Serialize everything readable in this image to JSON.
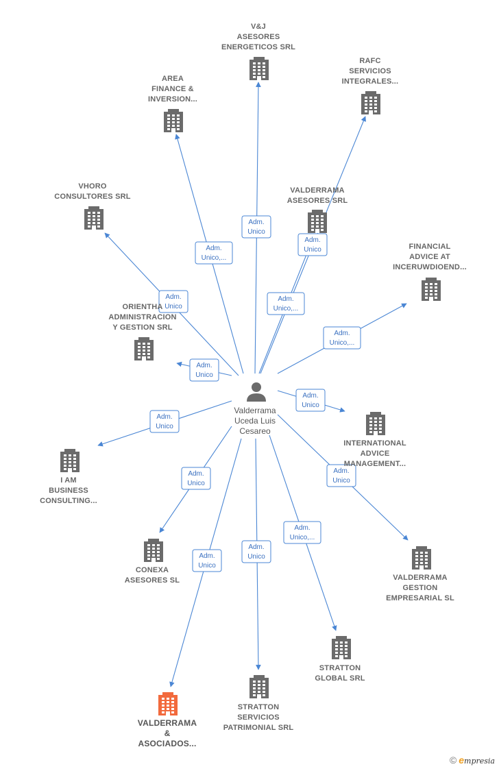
{
  "center": {
    "name_lines": [
      "Valderrama",
      "Uceda Luis",
      "Cesareo"
    ],
    "icon": "person-icon"
  },
  "companies": [
    {
      "id": "vj",
      "lines": [
        "V&J",
        "ASESORES",
        "ENERGETICOS SRL"
      ],
      "role": [
        "Adm.",
        "Unico"
      ],
      "color": "#6b6b6b"
    },
    {
      "id": "rafc",
      "lines": [
        "RAFC",
        "SERVICIOS",
        "INTEGRALES..."
      ],
      "role": [
        "Adm.",
        "Unico"
      ],
      "color": "#6b6b6b"
    },
    {
      "id": "area",
      "lines": [
        "AREA",
        "FINANCE &",
        "INVERSION..."
      ],
      "role": [
        "Adm.",
        "Unico,..."
      ],
      "color": "#6b6b6b"
    },
    {
      "id": "valase",
      "lines": [
        "VALDERRAMA",
        "ASESORES SRL"
      ],
      "role": [
        "Adm.",
        "Unico,..."
      ],
      "color": "#6b6b6b"
    },
    {
      "id": "vhoro",
      "lines": [
        "VHORO",
        "CONSULTORES SRL"
      ],
      "role": [
        "Adm.",
        "Unico"
      ],
      "color": "#6b6b6b"
    },
    {
      "id": "financial",
      "lines": [
        "FINANCIAL",
        "ADVICE AT",
        "INCERUWDIOEND..."
      ],
      "role": [
        "Adm.",
        "Unico,..."
      ],
      "color": "#6b6b6b"
    },
    {
      "id": "orienta",
      "lines": [
        "ORIENTHA",
        "ADMINISTRACION",
        "Y GESTION SRL"
      ],
      "role": [
        "Adm.",
        "Unico"
      ],
      "color": "#6b6b6b"
    },
    {
      "id": "intl",
      "lines": [
        "INTERNATIONAL",
        "ADVICE",
        "MANAGEMENT..."
      ],
      "role": [
        "Adm.",
        "Unico"
      ],
      "color": "#6b6b6b"
    },
    {
      "id": "iam",
      "lines": [
        "I AM",
        "BUSINESS",
        "CONSULTING..."
      ],
      "role": [
        "Adm.",
        "Unico"
      ],
      "color": "#6b6b6b"
    },
    {
      "id": "conexa",
      "lines": [
        "CONEXA",
        "ASESORES  SL"
      ],
      "role": [
        "Adm.",
        "Unico"
      ],
      "color": "#6b6b6b"
    },
    {
      "id": "valgest",
      "lines": [
        "VALDERRAMA",
        "GESTION",
        "EMPRESARIAL SL"
      ],
      "role": [
        "Adm.",
        "Unico"
      ],
      "color": "#6b6b6b"
    },
    {
      "id": "stratglobal",
      "lines": [
        "STRATTON",
        "GLOBAL SRL"
      ],
      "role": [
        "Adm.",
        "Unico,..."
      ],
      "color": "#6b6b6b"
    },
    {
      "id": "stratpat",
      "lines": [
        "STRATTON",
        "SERVICIOS",
        "PATRIMONIAL SRL"
      ],
      "role": [
        "Adm.",
        "Unico"
      ],
      "color": "#6b6b6b"
    },
    {
      "id": "valasoc",
      "lines": [
        "VALDERRAMA",
        "&",
        "ASOCIADOS..."
      ],
      "role": [
        "Adm.",
        "Unico"
      ],
      "color": "#f26a3d",
      "highlight": true
    }
  ],
  "footer": {
    "copyright": "©",
    "brand_initial": "e",
    "brand_rest": "mpresia"
  },
  "colors": {
    "edge": "#4a86d4",
    "building": "#6b6b6b",
    "highlight": "#f26a3d",
    "person": "#6b6b6b"
  }
}
